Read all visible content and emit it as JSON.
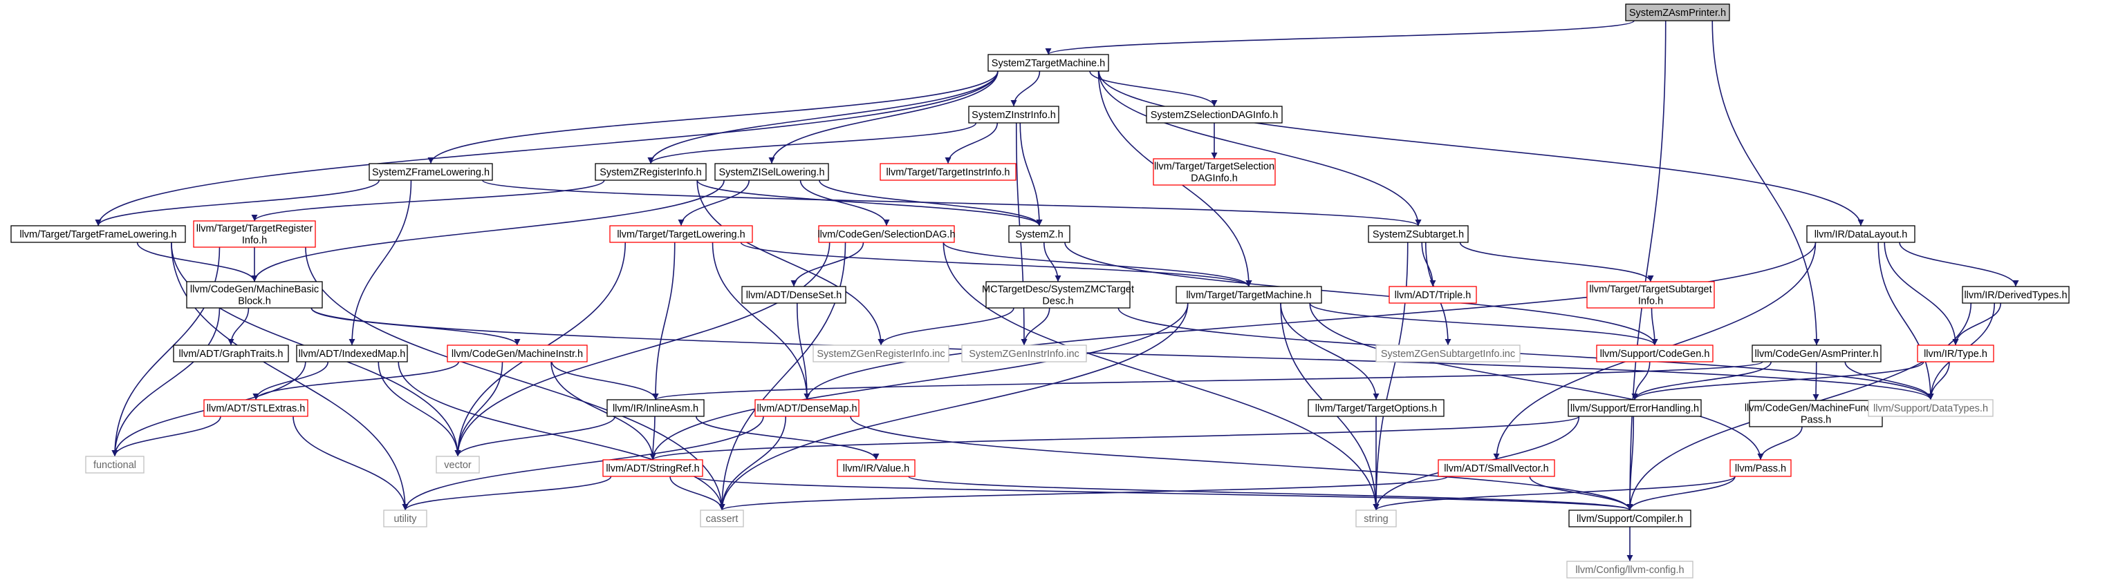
{
  "diagram": {
    "colors": {
      "edge": "#191970",
      "normal_border": "#000000",
      "truncated_border": "#ff0000",
      "root_fill": "#bfbfbf",
      "node_fill": "#ffffff",
      "external_border": "#bfbfbf",
      "text": "#000000",
      "external_text": "#666666"
    },
    "nodes": [
      {
        "id": "asmprinter_root",
        "lines": [
          "SystemZAsmPrinter.h"
        ],
        "kind": "root"
      },
      {
        "id": "targetmachine",
        "lines": [
          "SystemZTargetMachine.h"
        ],
        "kind": "normal"
      },
      {
        "id": "instrinfo",
        "lines": [
          "SystemZInstrInfo.h"
        ],
        "kind": "normal"
      },
      {
        "id": "seldaginfo",
        "lines": [
          "SystemZSelectionDAGInfo.h"
        ],
        "kind": "normal"
      },
      {
        "id": "target_instrinfo",
        "lines": [
          "llvm/Target/TargetInstrInfo.h"
        ],
        "kind": "truncated"
      },
      {
        "id": "target_seldaginfo",
        "lines": [
          "llvm/Target/TargetSelection",
          "DAGInfo.h"
        ],
        "kind": "truncated"
      },
      {
        "id": "framelowering",
        "lines": [
          "SystemZFrameLowering.h"
        ],
        "kind": "normal"
      },
      {
        "id": "registerinfo",
        "lines": [
          "SystemZRegisterInfo.h"
        ],
        "kind": "normal"
      },
      {
        "id": "isellowering",
        "lines": [
          "SystemZISelLowering.h"
        ],
        "kind": "normal"
      },
      {
        "id": "target_framelowering",
        "lines": [
          "llvm/Target/TargetFrameLowering.h"
        ],
        "kind": "normal"
      },
      {
        "id": "target_registerinfo",
        "lines": [
          "llvm/Target/TargetRegister",
          "Info.h"
        ],
        "kind": "truncated"
      },
      {
        "id": "target_lowering",
        "lines": [
          "llvm/Target/TargetLowering.h"
        ],
        "kind": "truncated"
      },
      {
        "id": "codegen_seldag",
        "lines": [
          "llvm/CodeGen/SelectionDAG.h"
        ],
        "kind": "truncated"
      },
      {
        "id": "systemz_h",
        "lines": [
          "SystemZ.h"
        ],
        "kind": "normal"
      },
      {
        "id": "subtarget",
        "lines": [
          "SystemZSubtarget.h"
        ],
        "kind": "normal"
      },
      {
        "id": "datalayout",
        "lines": [
          "llvm/IR/DataLayout.h"
        ],
        "kind": "normal"
      },
      {
        "id": "machinebasicblock",
        "lines": [
          "llvm/CodeGen/MachineBasic",
          "Block.h"
        ],
        "kind": "normal"
      },
      {
        "id": "denseset",
        "lines": [
          "llvm/ADT/DenseSet.h"
        ],
        "kind": "normal"
      },
      {
        "id": "mctargetdesc",
        "lines": [
          "MCTargetDesc/SystemZMCTarget",
          "Desc.h"
        ],
        "kind": "normal"
      },
      {
        "id": "target_targetmachine",
        "lines": [
          "llvm/Target/TargetMachine.h"
        ],
        "kind": "normal"
      },
      {
        "id": "adt_triple",
        "lines": [
          "llvm/ADT/Triple.h"
        ],
        "kind": "truncated"
      },
      {
        "id": "target_subtargetinfo",
        "lines": [
          "llvm/Target/TargetSubtarget",
          "Info.h"
        ],
        "kind": "truncated"
      },
      {
        "id": "derivedtypes",
        "lines": [
          "llvm/IR/DerivedTypes.h"
        ],
        "kind": "normal"
      },
      {
        "id": "graphtraits",
        "lines": [
          "llvm/ADT/GraphTraits.h"
        ],
        "kind": "normal"
      },
      {
        "id": "indexedmap",
        "lines": [
          "llvm/ADT/IndexedMap.h"
        ],
        "kind": "normal"
      },
      {
        "id": "machineinstr",
        "lines": [
          "llvm/CodeGen/MachineInstr.h"
        ],
        "kind": "truncated"
      },
      {
        "id": "genregisterinfo",
        "lines": [
          "SystemZGenRegisterInfo.inc"
        ],
        "kind": "external"
      },
      {
        "id": "geninstrinfo",
        "lines": [
          "SystemZGenInstrInfo.inc"
        ],
        "kind": "external"
      },
      {
        "id": "gensubtargetinfo",
        "lines": [
          "SystemZGenSubtargetInfo.inc"
        ],
        "kind": "external"
      },
      {
        "id": "support_codegen",
        "lines": [
          "llvm/Support/CodeGen.h"
        ],
        "kind": "truncated"
      },
      {
        "id": "codegen_asmprinter",
        "lines": [
          "llvm/CodeGen/AsmPrinter.h"
        ],
        "kind": "normal"
      },
      {
        "id": "ir_type",
        "lines": [
          "llvm/IR/Type.h"
        ],
        "kind": "truncated"
      },
      {
        "id": "stlextras",
        "lines": [
          "llvm/ADT/STLExtras.h"
        ],
        "kind": "truncated"
      },
      {
        "id": "inlineasm",
        "lines": [
          "llvm/IR/InlineAsm.h"
        ],
        "kind": "normal"
      },
      {
        "id": "densemap",
        "lines": [
          "llvm/ADT/DenseMap.h"
        ],
        "kind": "truncated"
      },
      {
        "id": "targetoptions",
        "lines": [
          "llvm/Target/TargetOptions.h"
        ],
        "kind": "normal"
      },
      {
        "id": "errorhandling",
        "lines": [
          "llvm/Support/ErrorHandling.h"
        ],
        "kind": "normal"
      },
      {
        "id": "machinefunctionpass",
        "lines": [
          "llvm/CodeGen/MachineFunction",
          "Pass.h"
        ],
        "kind": "normal"
      },
      {
        "id": "datatypes",
        "lines": [
          "llvm/Support/DataTypes.h"
        ],
        "kind": "external"
      },
      {
        "id": "functional",
        "lines": [
          "functional"
        ],
        "kind": "external"
      },
      {
        "id": "vector",
        "lines": [
          "vector"
        ],
        "kind": "external"
      },
      {
        "id": "stringref",
        "lines": [
          "llvm/ADT/StringRef.h"
        ],
        "kind": "truncated"
      },
      {
        "id": "ir_value",
        "lines": [
          "llvm/IR/Value.h"
        ],
        "kind": "truncated"
      },
      {
        "id": "smallvector",
        "lines": [
          "llvm/ADT/SmallVector.h"
        ],
        "kind": "truncated"
      },
      {
        "id": "pass_h",
        "lines": [
          "llvm/Pass.h"
        ],
        "kind": "truncated"
      },
      {
        "id": "utility",
        "lines": [
          "utility"
        ],
        "kind": "external"
      },
      {
        "id": "cassert",
        "lines": [
          "cassert"
        ],
        "kind": "external"
      },
      {
        "id": "string",
        "lines": [
          "string"
        ],
        "kind": "external"
      },
      {
        "id": "compiler",
        "lines": [
          "llvm/Support/Compiler.h"
        ],
        "kind": "normal"
      },
      {
        "id": "llvm_config",
        "lines": [
          "llvm/Config/llvm-config.h"
        ],
        "kind": "external"
      }
    ],
    "edges": [
      [
        "asmprinter_root",
        "targetmachine"
      ],
      [
        "asmprinter_root",
        "codegen_asmprinter"
      ],
      [
        "asmprinter_root",
        "compiler"
      ],
      [
        "targetmachine",
        "instrinfo"
      ],
      [
        "targetmachine",
        "seldaginfo"
      ],
      [
        "targetmachine",
        "framelowering"
      ],
      [
        "targetmachine",
        "registerinfo"
      ],
      [
        "targetmachine",
        "isellowering"
      ],
      [
        "targetmachine",
        "target_framelowering"
      ],
      [
        "targetmachine",
        "subtarget"
      ],
      [
        "targetmachine",
        "datalayout"
      ],
      [
        "targetmachine",
        "target_targetmachine"
      ],
      [
        "instrinfo",
        "target_instrinfo"
      ],
      [
        "instrinfo",
        "registerinfo"
      ],
      [
        "instrinfo",
        "systemz_h"
      ],
      [
        "instrinfo",
        "geninstrinfo"
      ],
      [
        "seldaginfo",
        "target_seldaginfo"
      ],
      [
        "framelowering",
        "target_framelowering"
      ],
      [
        "framelowering",
        "subtarget"
      ],
      [
        "framelowering",
        "indexedmap"
      ],
      [
        "registerinfo",
        "target_registerinfo"
      ],
      [
        "registerinfo",
        "systemz_h"
      ],
      [
        "registerinfo",
        "genregisterinfo"
      ],
      [
        "isellowering",
        "target_lowering"
      ],
      [
        "isellowering",
        "codegen_seldag"
      ],
      [
        "isellowering",
        "systemz_h"
      ],
      [
        "isellowering",
        "machinebasicblock"
      ],
      [
        "target_framelowering",
        "machinebasicblock"
      ],
      [
        "target_framelowering",
        "utility"
      ],
      [
        "target_framelowering",
        "vector"
      ],
      [
        "target_registerinfo",
        "machinebasicblock"
      ],
      [
        "target_registerinfo",
        "functional"
      ],
      [
        "target_registerinfo",
        "cassert"
      ],
      [
        "target_lowering",
        "inlineasm"
      ],
      [
        "target_lowering",
        "densemap"
      ],
      [
        "target_lowering",
        "target_targetmachine"
      ],
      [
        "target_lowering",
        "vector"
      ],
      [
        "codegen_seldag",
        "denseset"
      ],
      [
        "codegen_seldag",
        "target_targetmachine"
      ],
      [
        "codegen_seldag",
        "vector"
      ],
      [
        "codegen_seldag",
        "cassert"
      ],
      [
        "codegen_seldag",
        "string"
      ],
      [
        "systemz_h",
        "mctargetdesc"
      ],
      [
        "systemz_h",
        "support_codegen"
      ],
      [
        "subtarget",
        "adt_triple"
      ],
      [
        "subtarget",
        "target_subtargetinfo"
      ],
      [
        "subtarget",
        "gensubtargetinfo"
      ],
      [
        "subtarget",
        "string"
      ],
      [
        "datalayout",
        "derivedtypes"
      ],
      [
        "datalayout",
        "ir_type"
      ],
      [
        "datalayout",
        "smallvector"
      ],
      [
        "datalayout",
        "datatypes"
      ],
      [
        "datalayout",
        "densemap"
      ],
      [
        "machinebasicblock",
        "graphtraits"
      ],
      [
        "machinebasicblock",
        "machineinstr"
      ],
      [
        "machinebasicblock",
        "functional"
      ],
      [
        "machinebasicblock",
        "datatypes"
      ],
      [
        "denseset",
        "densemap"
      ],
      [
        "mctargetdesc",
        "genregisterinfo"
      ],
      [
        "mctargetdesc",
        "geninstrinfo"
      ],
      [
        "mctargetdesc",
        "datatypes"
      ],
      [
        "target_targetmachine",
        "support_codegen"
      ],
      [
        "target_targetmachine",
        "targetoptions"
      ],
      [
        "target_targetmachine",
        "stringref"
      ],
      [
        "target_targetmachine",
        "pass_h"
      ],
      [
        "target_targetmachine",
        "cassert"
      ],
      [
        "target_targetmachine",
        "string"
      ],
      [
        "target_subtargetinfo",
        "support_codegen"
      ],
      [
        "derivedtypes",
        "ir_type"
      ],
      [
        "derivedtypes",
        "datatypes"
      ],
      [
        "derivedtypes",
        "compiler"
      ],
      [
        "indexedmap",
        "stlextras"
      ],
      [
        "indexedmap",
        "functional"
      ],
      [
        "indexedmap",
        "vector"
      ],
      [
        "indexedmap",
        "cassert"
      ],
      [
        "machineinstr",
        "stlextras"
      ],
      [
        "machineinstr",
        "inlineasm"
      ],
      [
        "machineinstr",
        "stringref"
      ],
      [
        "machineinstr",
        "vector"
      ],
      [
        "support_codegen",
        "errorhandling"
      ],
      [
        "codegen_asmprinter",
        "errorhandling"
      ],
      [
        "codegen_asmprinter",
        "machinefunctionpass"
      ],
      [
        "codegen_asmprinter",
        "datatypes"
      ],
      [
        "codegen_asmprinter",
        "inlineasm"
      ],
      [
        "ir_type",
        "errorhandling"
      ],
      [
        "ir_type",
        "datatypes"
      ],
      [
        "stlextras",
        "functional"
      ],
      [
        "stlextras",
        "utility"
      ],
      [
        "inlineasm",
        "stringref"
      ],
      [
        "inlineasm",
        "ir_value"
      ],
      [
        "inlineasm",
        "vector"
      ],
      [
        "densemap",
        "compiler"
      ],
      [
        "densemap",
        "utility"
      ],
      [
        "densemap",
        "cassert"
      ],
      [
        "targetoptions",
        "string"
      ],
      [
        "errorhandling",
        "stringref"
      ],
      [
        "errorhandling",
        "compiler"
      ],
      [
        "errorhandling",
        "string"
      ],
      [
        "machinefunctionpass",
        "pass_h"
      ],
      [
        "stringref",
        "compiler"
      ],
      [
        "stringref",
        "utility"
      ],
      [
        "stringref",
        "cassert"
      ],
      [
        "ir_value",
        "compiler"
      ],
      [
        "smallvector",
        "compiler"
      ],
      [
        "smallvector",
        "cassert"
      ],
      [
        "pass_h",
        "compiler"
      ],
      [
        "pass_h",
        "string"
      ],
      [
        "compiler",
        "llvm_config"
      ]
    ]
  }
}
